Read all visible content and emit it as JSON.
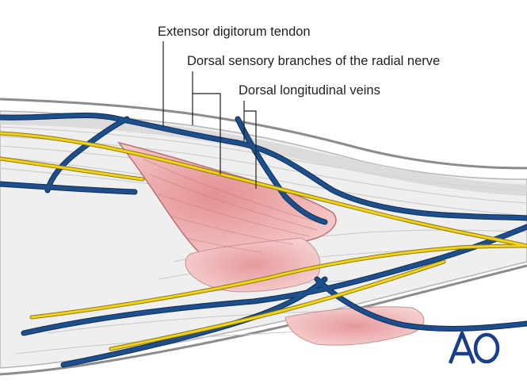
{
  "labels": {
    "extensor_tendon": "Extensor digitorum tendon",
    "radial_nerve_branches": "Dorsal sensory branches of the radial nerve",
    "longitudinal_veins": "Dorsal longitudinal veins"
  },
  "logo": {
    "text": "AO",
    "color": "#1a3d8c"
  },
  "colors": {
    "vein": "#1d4f8c",
    "vein_outline": "#0e2d55",
    "nerve": "#f2d21a",
    "nerve_outline": "#8a7a12",
    "muscle": "#e9a7a7",
    "muscle_dark": "#d98a8c",
    "skin_outline": "#8c8c8c",
    "tendon": "#dcdcdc"
  }
}
